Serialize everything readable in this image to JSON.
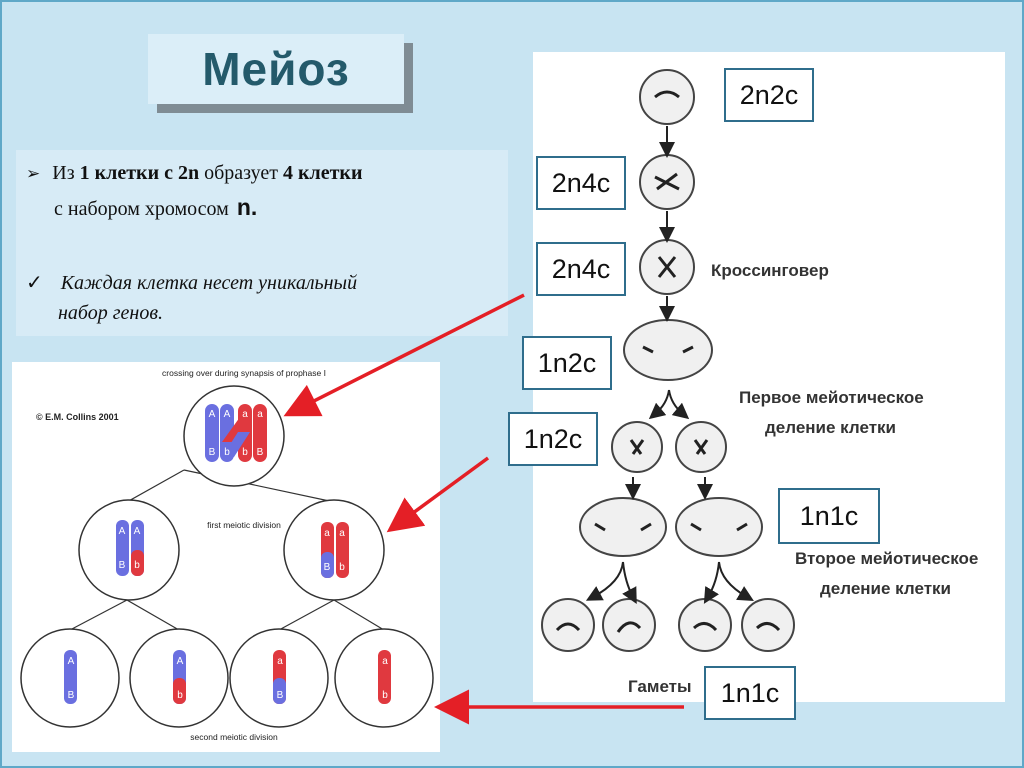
{
  "title": "Мейоз",
  "text": {
    "line1_a": "Из ",
    "line1_b": "1 клетки с 2n",
    "line1_c": " образует ",
    "line1_d": "4  клетки",
    "line2_a": "с набором хромосом",
    "line2_b": "n.",
    "line3": "Каждая клетка несет  уникальный",
    "line4": "набор генов.",
    "bullet_arrow": "➢",
    "bullet_check": "✓"
  },
  "left_figure": {
    "caption_top": "crossing over during synapsis of prophase I",
    "copyright": "© E.M. Collins 2001",
    "first_division": "first meiotic division",
    "second_division": "second meiotic division",
    "colors": {
      "blue": "#6a6fe0",
      "red": "#e0393f"
    },
    "alleles": {
      "upper_big": "A",
      "lower_big": "B",
      "upper_small": "a",
      "lower_small": "b"
    }
  },
  "right_figure": {
    "crossing": "Кроссинговер",
    "first_div_1": "Первое мейотическое",
    "first_div_2": "деление клетки",
    "second_div_1": "Второе мейотическое",
    "second_div_2": "деление клетки",
    "gametes": "Гаметы"
  },
  "labels": {
    "l1": "2n2c",
    "l2": "2n4c",
    "l3": "2n4c",
    "l4": "1n2c",
    "l5": "1n2c",
    "l6": "1n1c",
    "l7": "1n1c"
  },
  "colors": {
    "arrow": "#e41f26",
    "label_border": "#2f6d8c",
    "title": "#245a6b"
  }
}
